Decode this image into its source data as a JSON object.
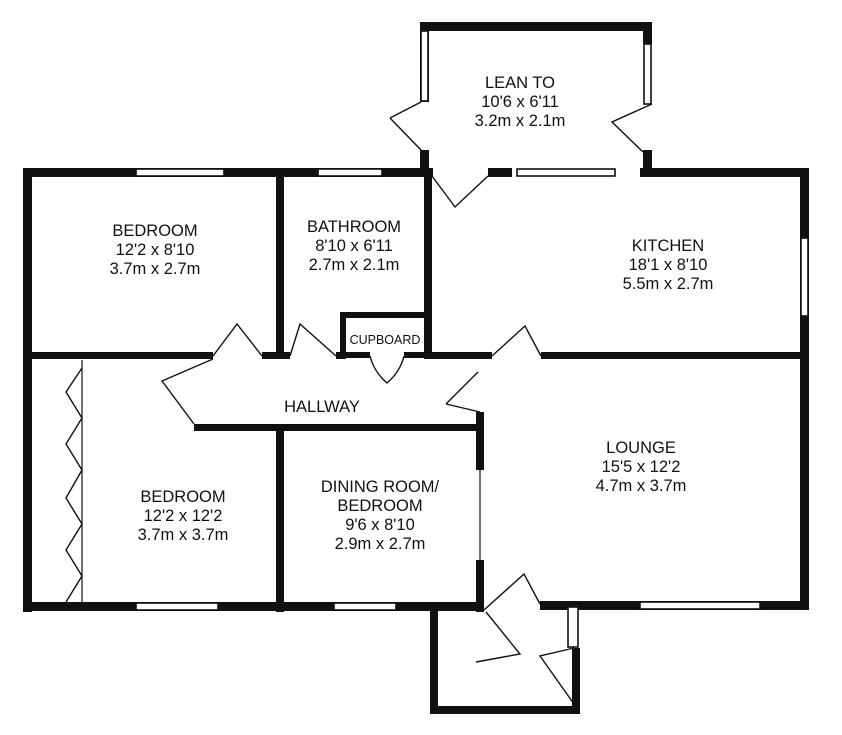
{
  "rooms": {
    "lean_to": {
      "name": "LEAN TO",
      "imperial": "10'6 x 6'11",
      "metric": "3.2m x 2.1m"
    },
    "bedroom_1": {
      "name": "BEDROOM",
      "imperial": "12'2 x 8'10",
      "metric": "3.7m x 2.7m"
    },
    "bathroom": {
      "name": "BATHROOM",
      "imperial": "8'10 x 6'11",
      "metric": "2.7m x 2.1m"
    },
    "kitchen": {
      "name": "KITCHEN",
      "imperial": "18'1 x 8'10",
      "metric": "5.5m x 2.7m"
    },
    "cupboard": {
      "name": "CUPBOARD"
    },
    "hallway": {
      "name": "HALLWAY"
    },
    "lounge": {
      "name": "LOUNGE",
      "imperial": "15'5 x 12'2",
      "metric": "4.7m x 3.7m"
    },
    "bedroom_2": {
      "name": "BEDROOM",
      "imperial": "12'2 x 12'2",
      "metric": "3.7m x 3.7m"
    },
    "dining": {
      "name_line1": "DINING ROOM/",
      "name_line2": "BEDROOM",
      "imperial": "9'6 x 8'10",
      "metric": "2.9m x 2.7m"
    }
  }
}
